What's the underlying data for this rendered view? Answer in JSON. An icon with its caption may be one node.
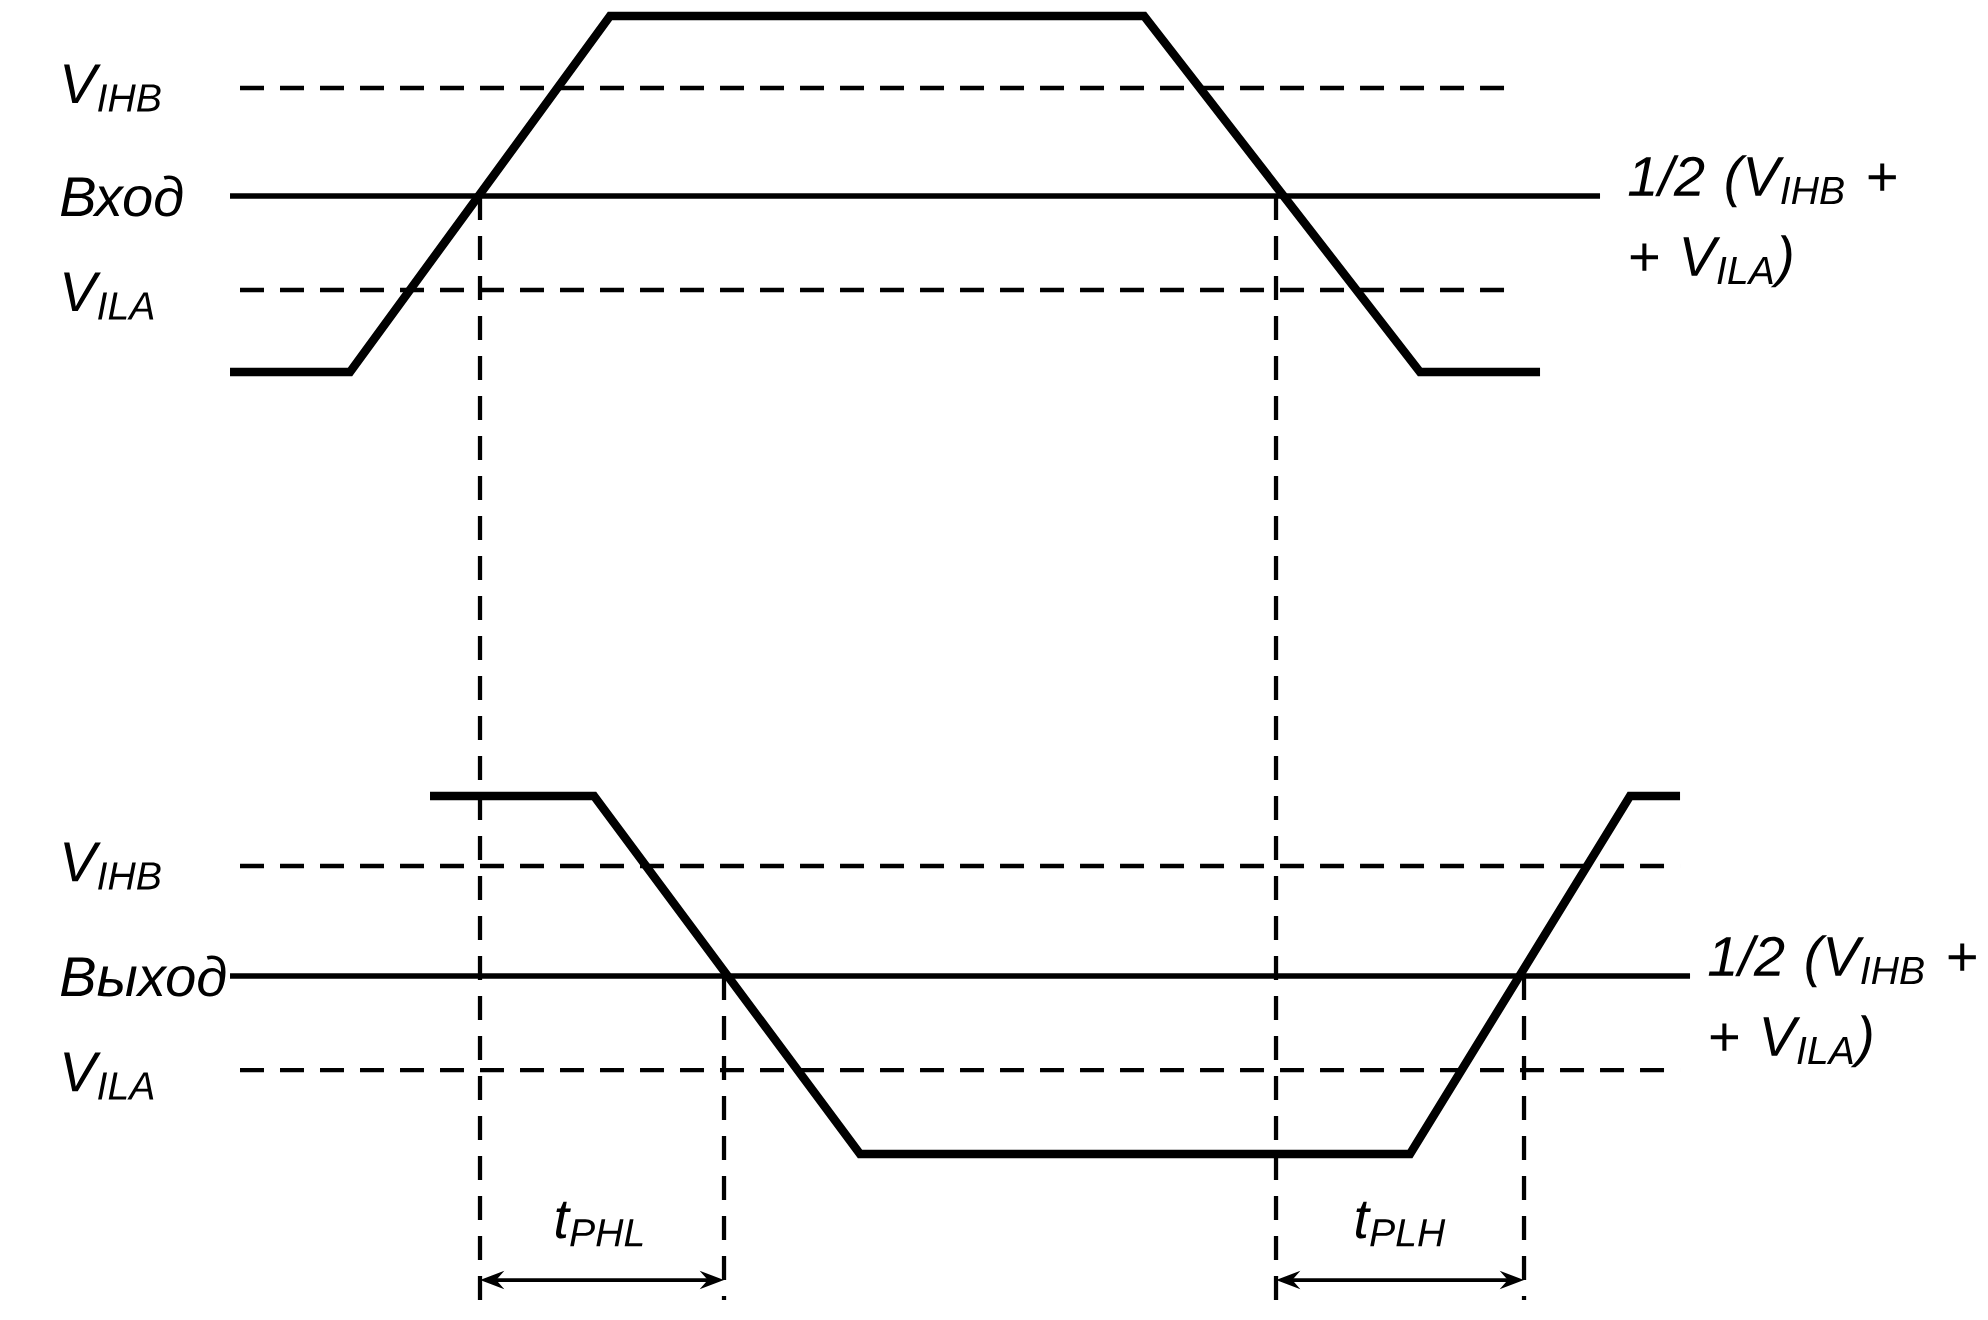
{
  "diagram": {
    "labels": [
      "V$_{IHB}$",
      "Вход",
      "V$_{ILA}$",
      "1/2 (V$_{IHB}$ + + V$_{ILA}$)",
      "V$_{IHB}$",
      "Выход",
      "V$_{ILA}$",
      "1/2 (V$_{IHB}$ + + V$_{ILA}$)",
      "t$_{PHL}$",
      "t$_{PLH}$"
    ]
  }
}
